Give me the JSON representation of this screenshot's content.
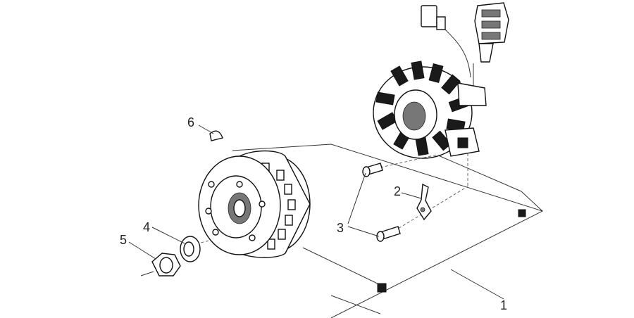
{
  "callouts": {
    "c1": "1",
    "c2": "2",
    "c3": "3",
    "c4": "4",
    "c5": "5",
    "c6": "6"
  },
  "icons": {
    "marker": "filled-square"
  }
}
